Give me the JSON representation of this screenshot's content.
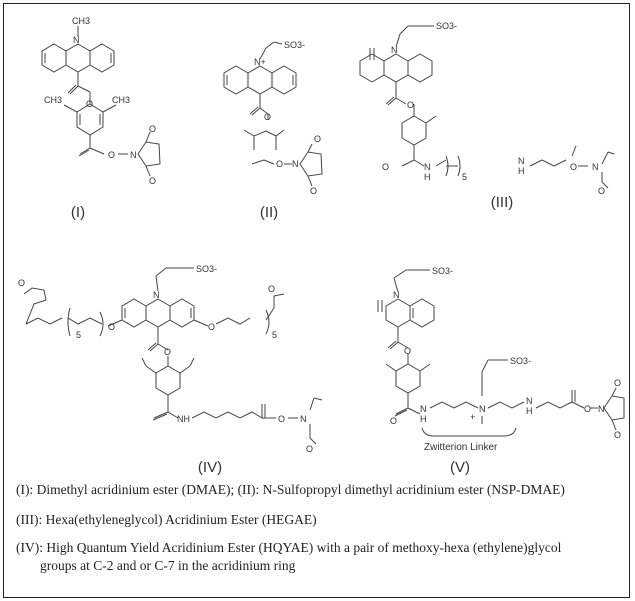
{
  "figure": {
    "compounds": [
      {
        "numeral": "(I)"
      },
      {
        "numeral": "(II)"
      },
      {
        "numeral": "(III)"
      },
      {
        "numeral": "(IV)"
      },
      {
        "numeral": "(V)"
      }
    ],
    "atom_labels": {
      "n": "N",
      "n_plus": "N+",
      "o": "O",
      "ch3": "CH3",
      "ch3_left": "CH3",
      "ch3_right": "CH3",
      "so3": "SO3-",
      "h": "H",
      "nh": "NH",
      "n_h": "N\nH",
      "subscript_5": "5",
      "plus": "+"
    },
    "linker_label": "Zwitterion Linker",
    "captions": [
      "(I): Dimethyl acridinium ester (DMAE);  (II): N-Sulfopropyl dimethyl acridinium ester (NSP-DMAE)",
      "(III): Hexa(ethyleneglycol) Acridinium Ester (HEGAE)",
      "(IV): High Quantum Yield Acridinium Ester (HQYAE) with a pair of methoxy-hexa (ethylene)glycol",
      "groups at C-2 and or C-7 in the acridinium ring"
    ]
  }
}
